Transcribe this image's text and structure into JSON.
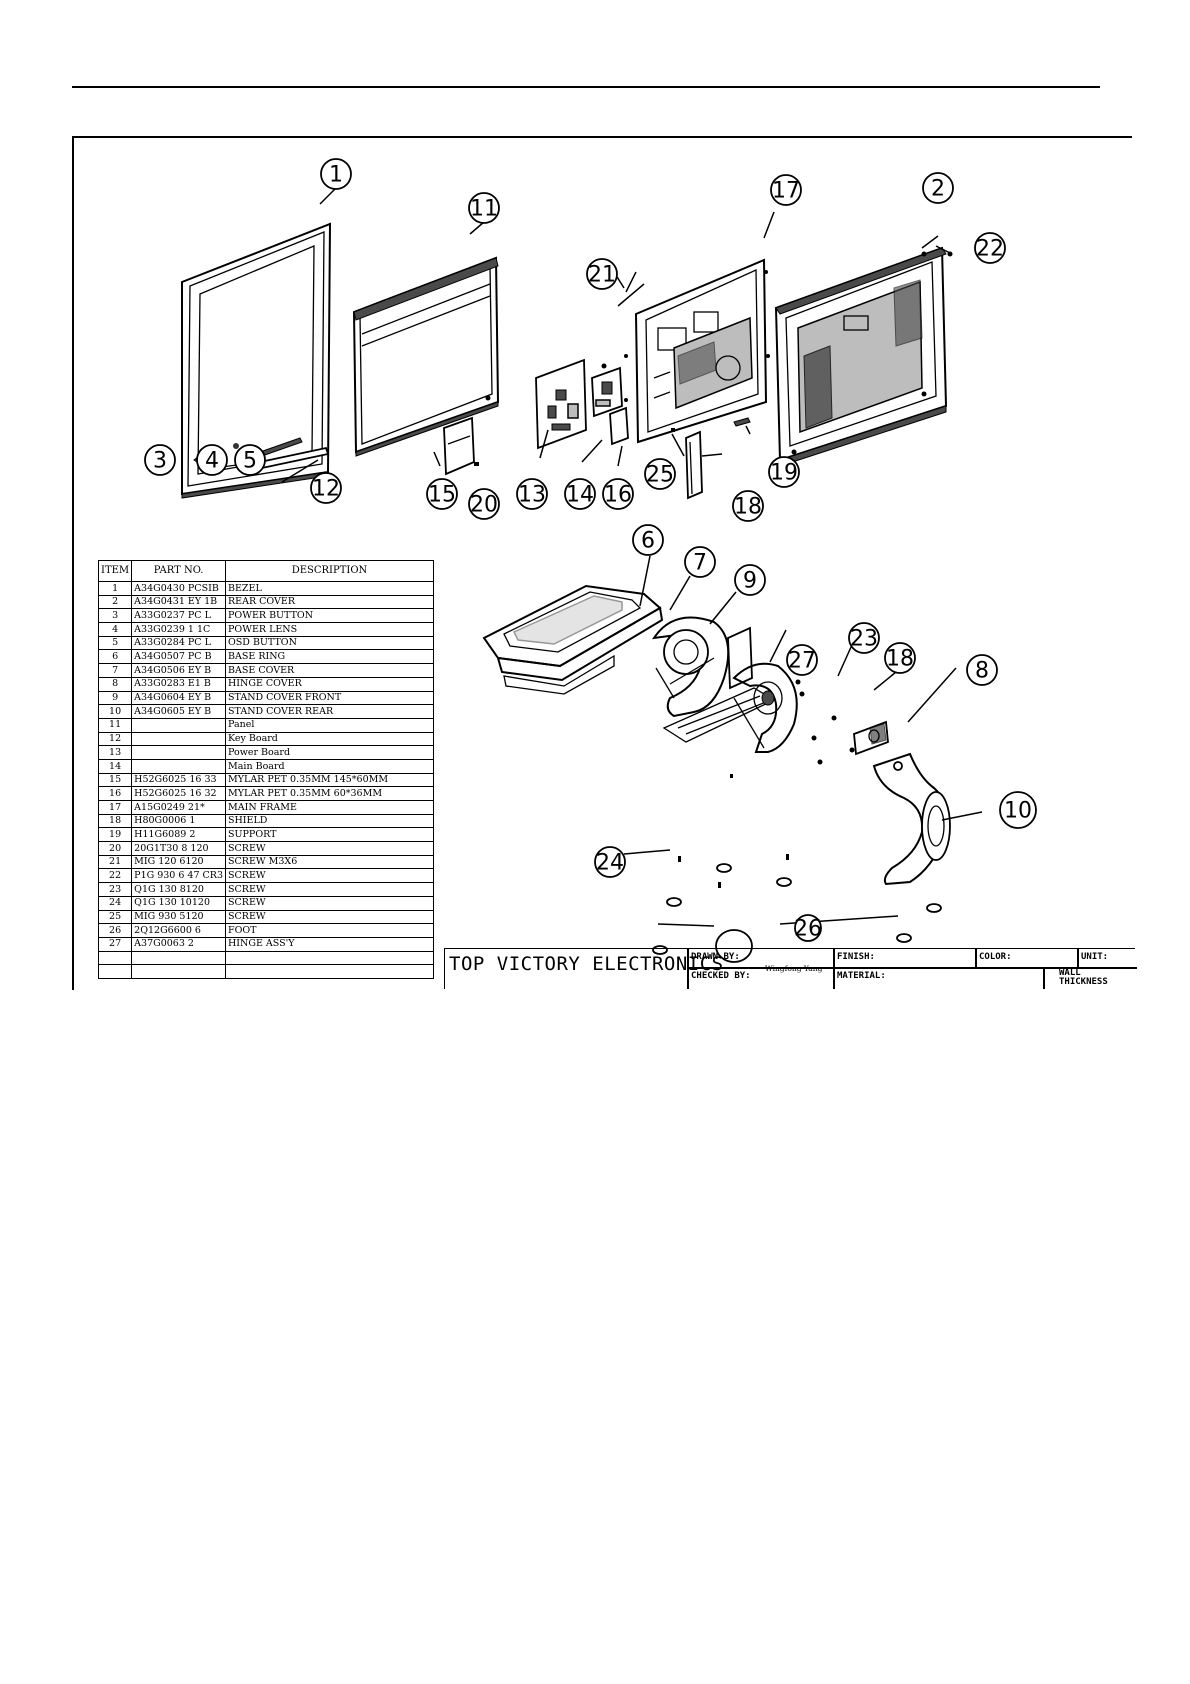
{
  "callouts": [
    "1",
    "2",
    "3",
    "4",
    "5",
    "6",
    "7",
    "8",
    "9",
    "10",
    "11",
    "12",
    "13",
    "14",
    "15",
    "16",
    "17",
    "18",
    "19",
    "20",
    "21",
    "22",
    "23",
    "24",
    "25",
    "26",
    "27"
  ],
  "parts_table": {
    "headers": [
      "ITEM",
      "PART NO.",
      "DESCRIPTION"
    ],
    "rows": [
      [
        "1",
        "A34G0430 PCSIB",
        "BEZEL"
      ],
      [
        "2",
        "A34G0431 EY 1B",
        "REAR COVER"
      ],
      [
        "3",
        "A33G0237 PC  L",
        "POWER BUTTON"
      ],
      [
        "4",
        "A33G0239  1 1C",
        "POWER LENS"
      ],
      [
        "5",
        "A33G0284 PC  L",
        "OSD BUTTON"
      ],
      [
        "6",
        "A34G0507 PC  B",
        "BASE RING"
      ],
      [
        "7",
        "A34G0506 EY  B",
        "BASE COVER"
      ],
      [
        "8",
        "A33G0283 E1  B",
        "HINGE COVER"
      ],
      [
        "9",
        "A34G0604 EY  B",
        "STAND COVER FRONT"
      ],
      [
        "10",
        "A34G0605 EY  B",
        "STAND COVER REAR"
      ],
      [
        "11",
        "",
        "Panel"
      ],
      [
        "12",
        "",
        "Key Board"
      ],
      [
        "13",
        "",
        "Power Board"
      ],
      [
        "14",
        "",
        "Main Board"
      ],
      [
        "15",
        "H52G6025 16 33",
        "MYLAR PET 0.35MM 145*60MM"
      ],
      [
        "16",
        "H52G6025 16 32",
        "MYLAR PET 0.35MM 60*36MM"
      ],
      [
        "17",
        "A15G0249 21*",
        "MAIN FRAME"
      ],
      [
        "18",
        "H80G0006  1",
        "SHIELD"
      ],
      [
        "19",
        "H11G6089  2",
        "SUPPORT"
      ],
      [
        "20",
        "20G1T30 8 120",
        "SCREW"
      ],
      [
        "21",
        "MIG 120  6120",
        "SCREW M3X6"
      ],
      [
        "22",
        "P1G 930  6 47 CR3",
        "SCREW"
      ],
      [
        "23",
        "Q1G 130  8120",
        "SCREW"
      ],
      [
        "24",
        "Q1G 130 10120",
        "SCREW"
      ],
      [
        "25",
        "MIG 930  5120",
        "SCREW"
      ],
      [
        "26",
        "2Q12G6600  6",
        "FOOT"
      ],
      [
        "27",
        "A37G0063  2",
        "HINGE ASS'Y"
      ],
      [
        "",
        "",
        ""
      ],
      [
        "",
        "",
        ""
      ]
    ]
  },
  "title_block": {
    "company": "TOP VICTORY ELECTRONICS",
    "drawn_by_label": "DRAWN BY:",
    "drawn_by_value": "Wingfong Yang",
    "finish_label": "FINISH:",
    "color_label": "COLOR:",
    "unit_label": "UNIT:",
    "checked_by_label": "CHECKED BY:",
    "material_label": "MATERIAL:",
    "wall_label_1": "WALL",
    "wall_label_2": "THICKNESS"
  }
}
